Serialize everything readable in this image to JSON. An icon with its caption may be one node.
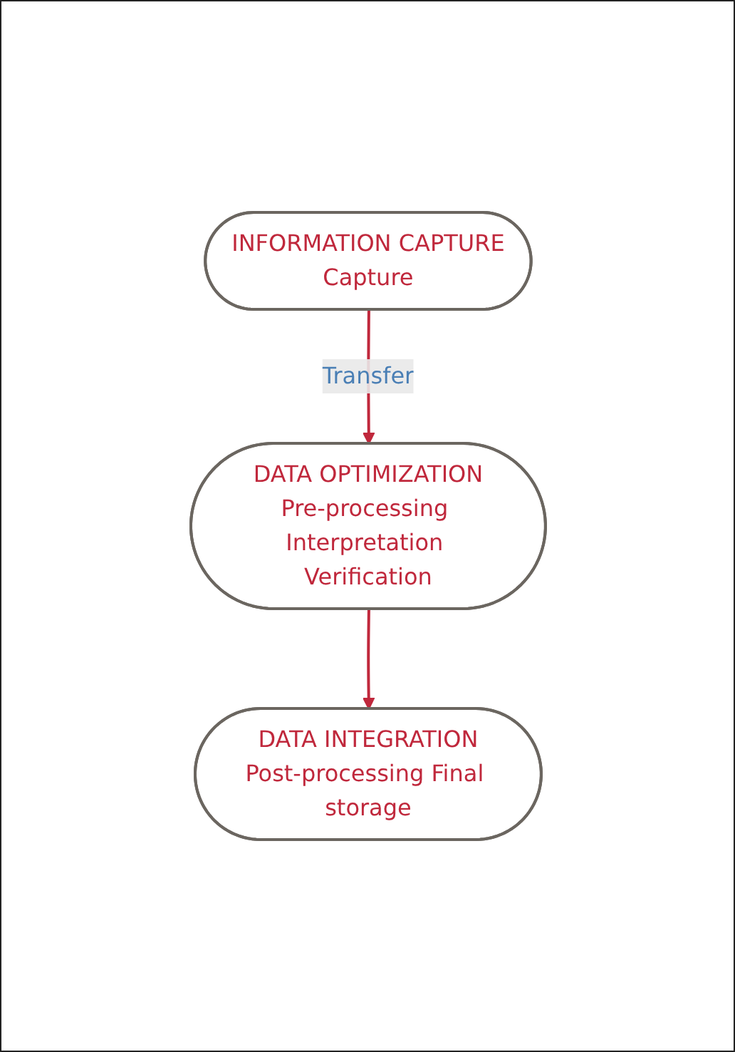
{
  "diagram": {
    "nodes": [
      {
        "text": [
          "INFORMATION CAPTURE",
          "Capture"
        ]
      },
      {
        "text": [
          "DATA OPTIMIZATION",
          "Pre-processing Interpretation Verification"
        ]
      },
      {
        "text": [
          "DATA INTEGRATION",
          "Post-processing Final storage"
        ]
      }
    ],
    "edges": [
      {
        "from": 0,
        "to": 1,
        "arrow": "to",
        "label": "Transfer"
      },
      {
        "from": 1,
        "to": 2,
        "arrow": "to"
      }
    ]
  }
}
